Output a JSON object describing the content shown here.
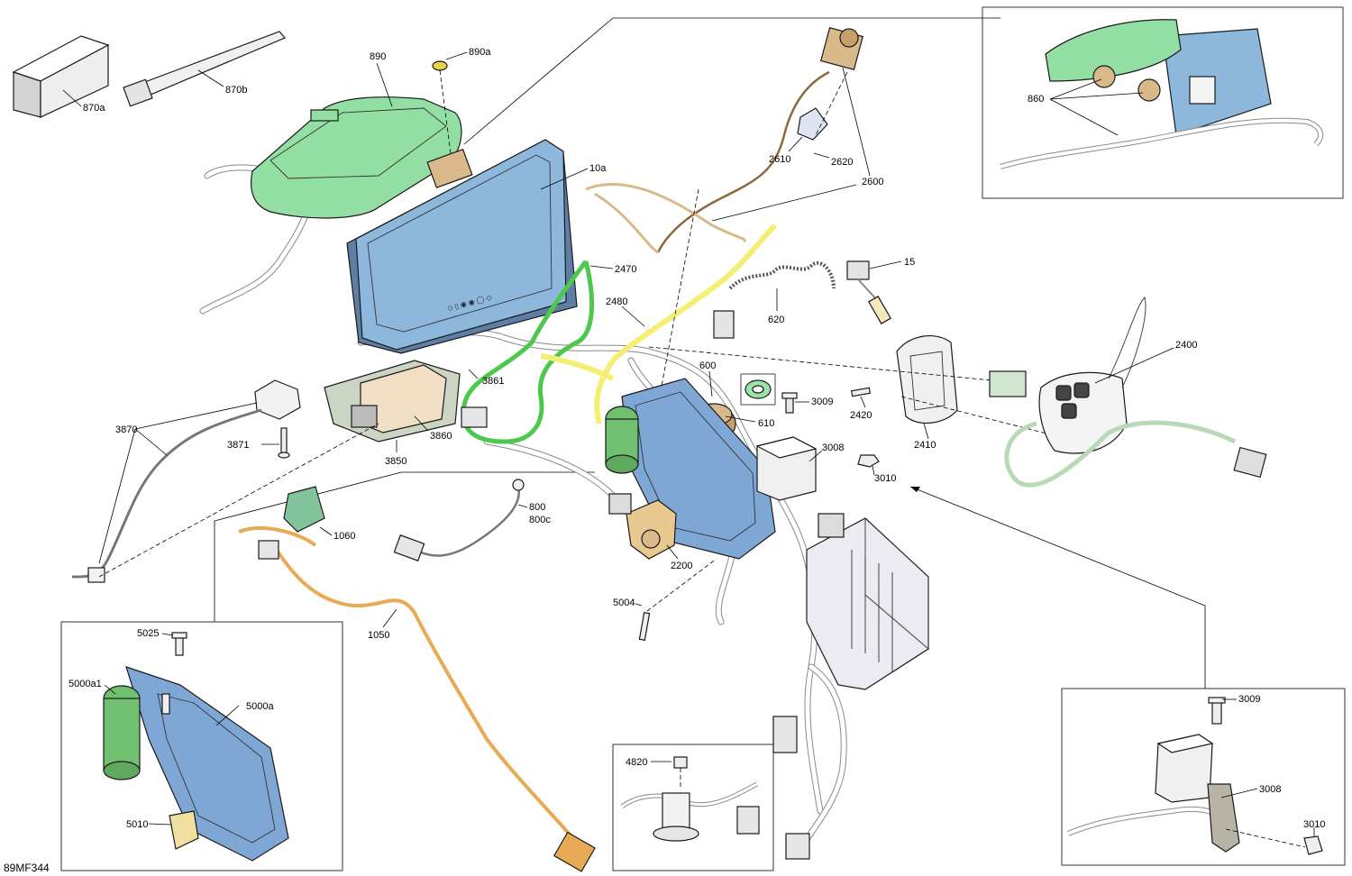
{
  "figure_ref": "89MF344",
  "colors": {
    "display_blue": "#8db8dc",
    "bag_green": "#93dea2",
    "harness_yellow": "#f4ef73",
    "harness_green": "#4cc84c",
    "harness_orange": "#e8aa55",
    "tan_part": "#d9b98a",
    "module_blue": "#7ea7d6"
  },
  "callouts": {
    "c870a": "870a",
    "c870b": "870b",
    "c890": "890",
    "c890a": "890a",
    "c10a": "10a",
    "c2600": "2600",
    "c2610": "2610",
    "c2620": "2620",
    "c860": "860",
    "c2470": "2470",
    "c2480": "2480",
    "c15": "15",
    "c620": "620",
    "c600": "600",
    "c610": "610",
    "c3009": "3009",
    "c2420": "2420",
    "c2410": "2410",
    "c2400": "2400",
    "c3861": "3861",
    "c3860": "3860",
    "c3850": "3850",
    "c3870": "3870",
    "c3871": "3871",
    "c3008": "3008",
    "c3010": "3010",
    "c800": "800",
    "c800c": "800c",
    "c1060": "1060",
    "c1050": "1050",
    "c2200": "2200",
    "c5004": "5004",
    "c5025": "5025",
    "c5000a1": "5000a1",
    "c5000a": "5000a",
    "c5010": "5010",
    "c4820": "4820",
    "d3009": "3009",
    "d3008": "3008",
    "d3010": "3010"
  }
}
